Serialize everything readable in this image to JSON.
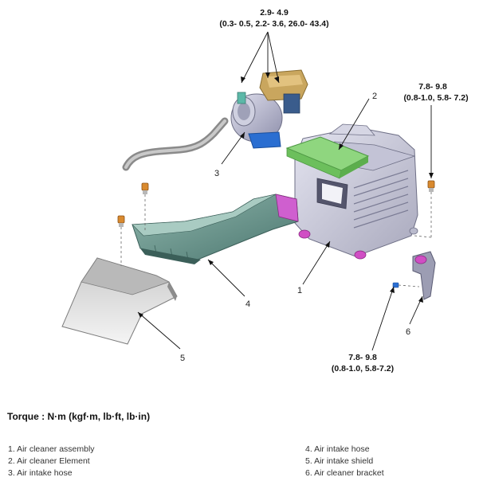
{
  "torque_labels": [
    {
      "id": "throttle",
      "value": "2.9- 4.9",
      "units": "(0.3- 0.5, 2.2- 3.6, 26.0- 43.4)"
    },
    {
      "id": "cleaner-bolt",
      "value": "7.8- 9.8",
      "units": "(0.8-1.0, 5.8- 7.2)"
    },
    {
      "id": "bracket-bolt",
      "value": "7.8- 9.8",
      "units": "(0.8-1.0, 5.8-7.2)"
    }
  ],
  "callouts": [
    "1",
    "2",
    "3",
    "4",
    "5",
    "6"
  ],
  "torque_title": "Torque : N·m (kgf·m, lb·ft, lb·in)",
  "legend": {
    "left": [
      "1. Air cleaner assembly",
      "2. Air cleaner Element",
      "3. Air intake hose"
    ],
    "right": [
      "4. Air intake hose",
      "5. Air intake shield",
      "6. Air cleaner bracket"
    ]
  }
}
